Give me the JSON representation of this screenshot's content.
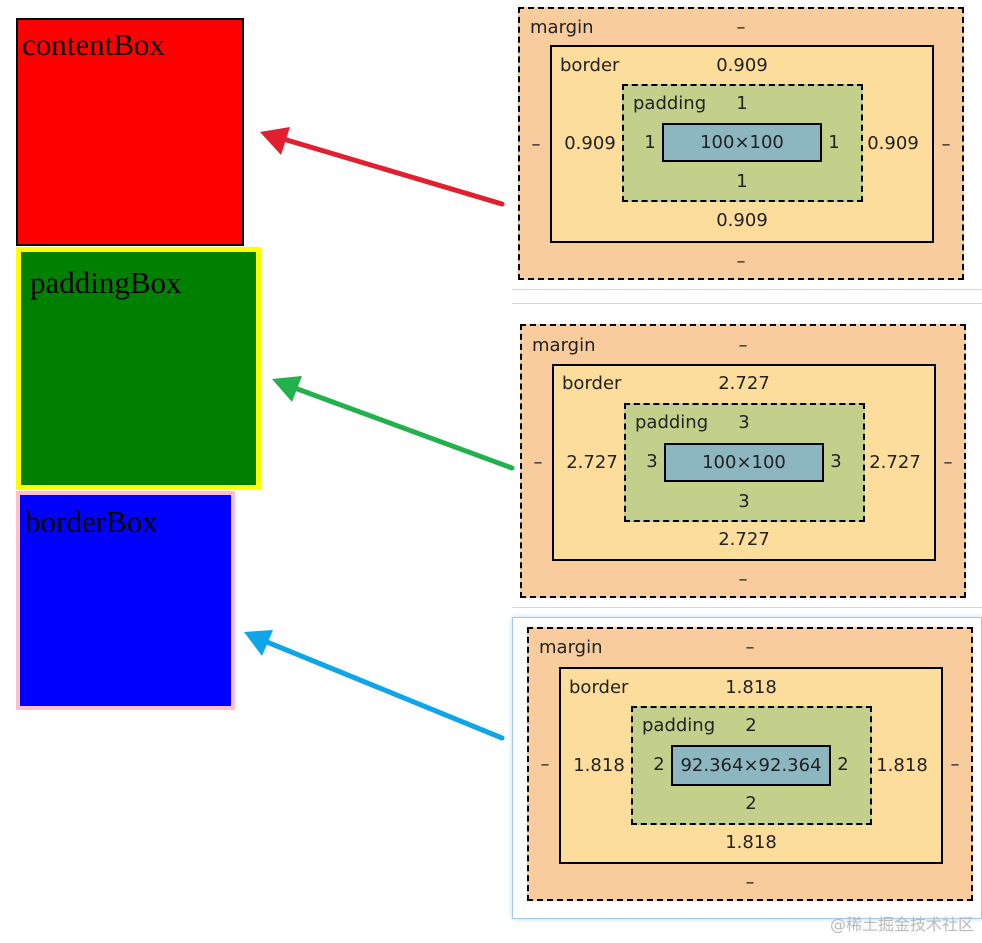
{
  "demo": {
    "content_label": "contentBox",
    "padding_label": "paddingBox",
    "border_label": "borderBox"
  },
  "panels": [
    {
      "margin_label": "margin",
      "margin_top": "–",
      "margin_bottom": "–",
      "margin_left": "–",
      "margin_right": "–",
      "border_label": "border",
      "border_top": "0.909",
      "border_bottom": "0.909",
      "border_left": "0.909",
      "border_right": "0.909",
      "padding_label": "padding",
      "padding_top": "1",
      "padding_bottom": "1",
      "padding_left": "1",
      "padding_right": "1",
      "content_size": "100×100"
    },
    {
      "margin_label": "margin",
      "margin_top": "–",
      "margin_bottom": "–",
      "margin_left": "–",
      "margin_right": "–",
      "border_label": "border",
      "border_top": "2.727",
      "border_bottom": "2.727",
      "border_left": "2.727",
      "border_right": "2.727",
      "padding_label": "padding",
      "padding_top": "3",
      "padding_bottom": "3",
      "padding_left": "3",
      "padding_right": "3",
      "content_size": "100×100"
    },
    {
      "margin_label": "margin",
      "margin_top": "–",
      "margin_bottom": "–",
      "margin_left": "–",
      "margin_right": "–",
      "border_label": "border",
      "border_top": "1.818",
      "border_bottom": "1.818",
      "border_left": "1.818",
      "border_right": "1.818",
      "padding_label": "padding",
      "padding_top": "2",
      "padding_bottom": "2",
      "padding_left": "2",
      "padding_right": "2",
      "content_size": "92.364×92.364"
    }
  ],
  "colors": {
    "arrow_red": "#e0202e",
    "arrow_green": "#22b14c",
    "arrow_blue": "#0ea5e9"
  },
  "watermark": "@稀土掘金技术社区"
}
